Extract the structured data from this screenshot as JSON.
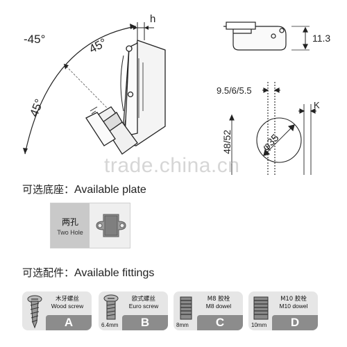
{
  "drawing": {
    "angle_neg45": "-45°",
    "angle_45_top": "45°",
    "angle_45_left": "45°",
    "dim_h": "h",
    "dim_11_3": "11.3",
    "dim_bore_offset": "9.5/6/5.5",
    "dim_k": "K",
    "dim_48_52": "48/52",
    "dim_phi35": "φ35"
  },
  "watermark": "trade.china.cn",
  "plate_section": {
    "title_zh": "可选底座：",
    "title_en": "Available plate",
    "plate_zh": "两孔",
    "plate_en": "Two Hole"
  },
  "fittings_section": {
    "title_zh": "可选配件：",
    "title_en": "Available fittings",
    "items": [
      {
        "name_zh": "木牙螺丝",
        "name_en": "Wood screw",
        "letter": "A",
        "size": ""
      },
      {
        "name_zh": "欧式螺丝",
        "name_en": "Euro screw",
        "letter": "B",
        "size": "6.4mm"
      },
      {
        "name_zh": "M8 胶栓",
        "name_en": "M8 dowel",
        "letter": "C",
        "size": "8mm"
      },
      {
        "name_zh": "M10 胶栓",
        "name_en": "M10 dowel",
        "letter": "D",
        "size": "10mm"
      }
    ]
  }
}
